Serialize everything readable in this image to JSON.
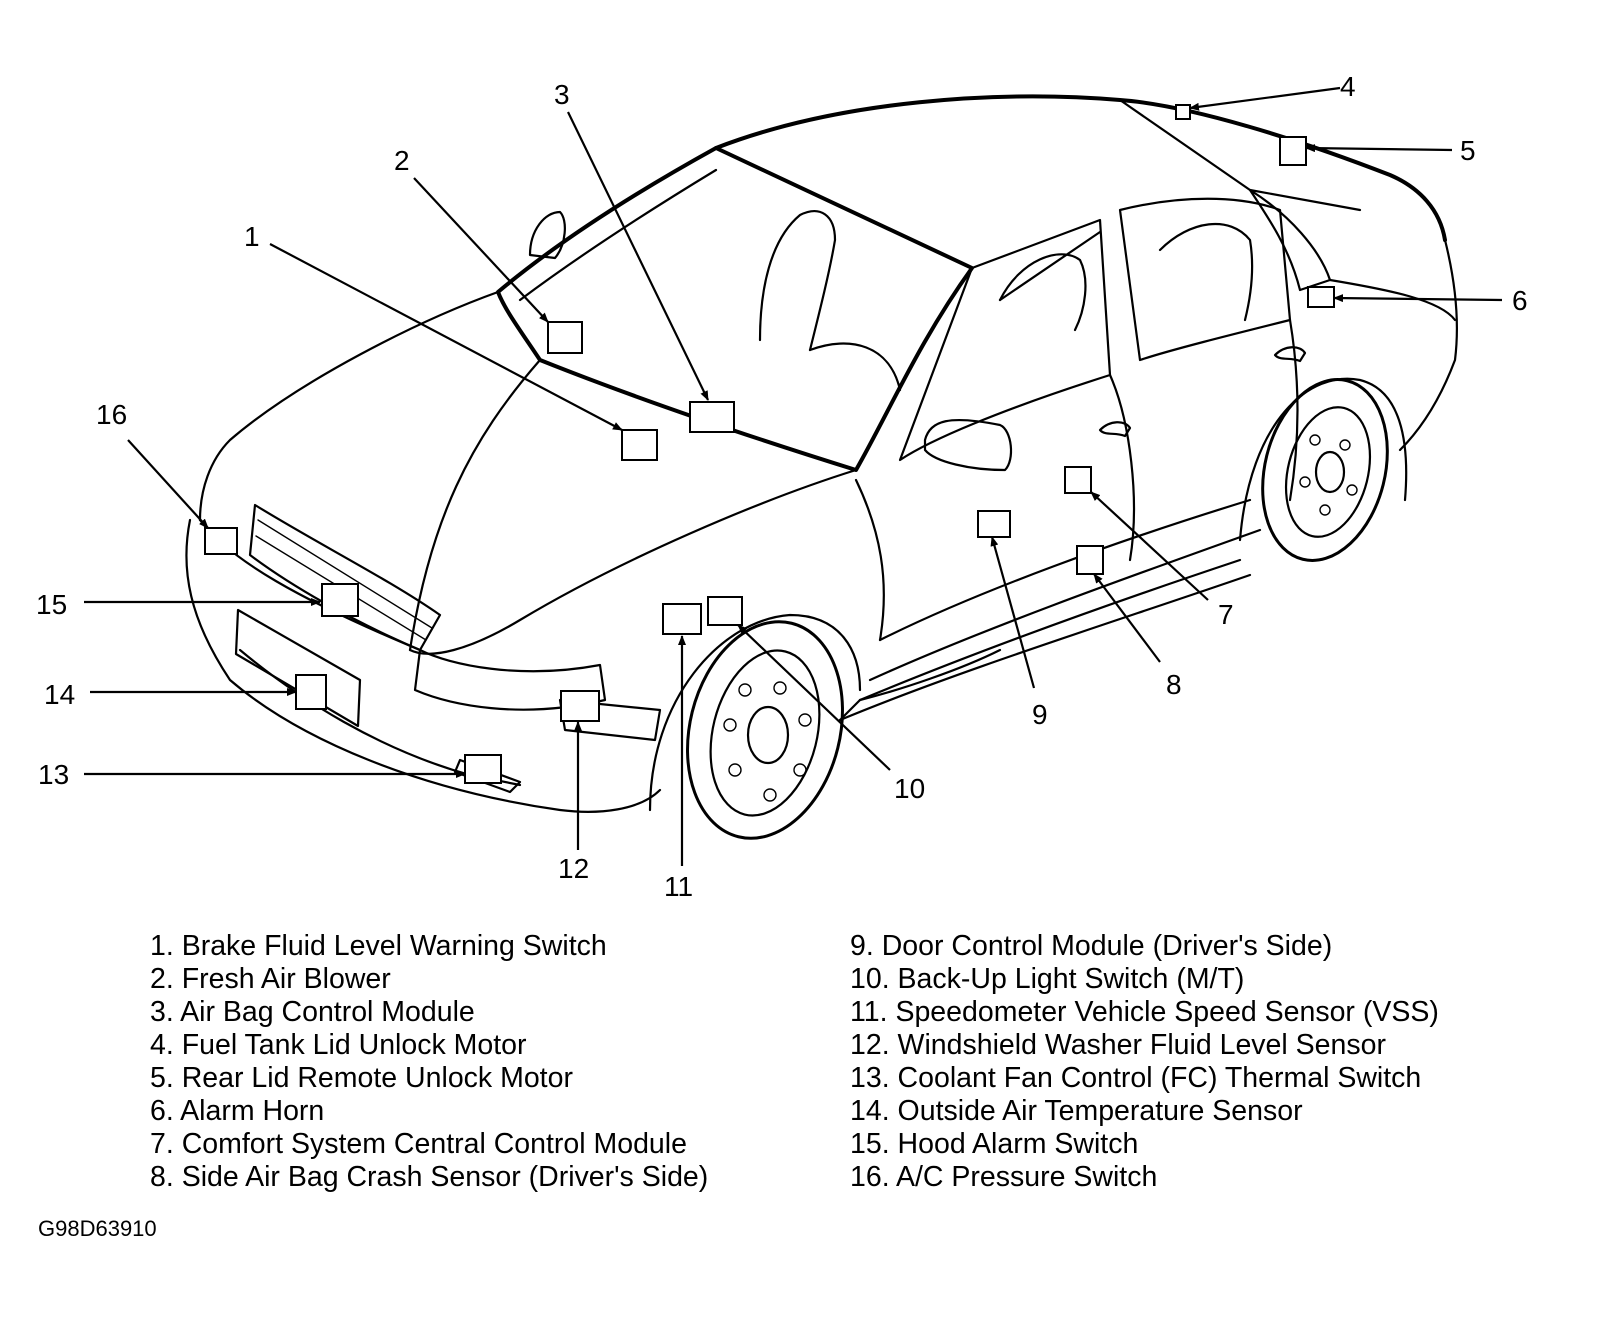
{
  "diagram": {
    "callouts": [
      {
        "id": 1,
        "label": "1"
      },
      {
        "id": 2,
        "label": "2"
      },
      {
        "id": 3,
        "label": "3"
      },
      {
        "id": 4,
        "label": "4"
      },
      {
        "id": 5,
        "label": "5"
      },
      {
        "id": 6,
        "label": "6"
      },
      {
        "id": 7,
        "label": "7"
      },
      {
        "id": 8,
        "label": "8"
      },
      {
        "id": 9,
        "label": "9"
      },
      {
        "id": 10,
        "label": "10"
      },
      {
        "id": 11,
        "label": "11"
      },
      {
        "id": 12,
        "label": "12"
      },
      {
        "id": 13,
        "label": "13"
      },
      {
        "id": 14,
        "label": "14"
      },
      {
        "id": 15,
        "label": "15"
      },
      {
        "id": 16,
        "label": "16"
      }
    ]
  },
  "legend": {
    "left": [
      {
        "num": "1.",
        "text": "Brake Fluid Level Warning Switch"
      },
      {
        "num": "2.",
        "text": "Fresh Air Blower"
      },
      {
        "num": "3.",
        "text": "Air Bag Control Module"
      },
      {
        "num": "4.",
        "text": "Fuel Tank Lid Unlock Motor"
      },
      {
        "num": "5.",
        "text": "Rear Lid Remote Unlock Motor"
      },
      {
        "num": "6.",
        "text": "Alarm Horn"
      },
      {
        "num": "7.",
        "text": "Comfort System Central Control Module"
      },
      {
        "num": "8.",
        "text": "Side Air Bag Crash Sensor (Driver's Side)"
      }
    ],
    "right": [
      {
        "num": "9.",
        "text": "Door Control Module (Driver's Side)"
      },
      {
        "num": "10.",
        "text": "Back-Up Light Switch (M/T)"
      },
      {
        "num": "11.",
        "text": "Speedometer Vehicle Speed Sensor (VSS)"
      },
      {
        "num": "12.",
        "text": "Windshield Washer Fluid Level Sensor"
      },
      {
        "num": "13.",
        "text": "Coolant Fan Control (FC) Thermal Switch"
      },
      {
        "num": "14.",
        "text": "Outside Air Temperature Sensor"
      },
      {
        "num": "15.",
        "text": "Hood Alarm Switch"
      },
      {
        "num": "16.",
        "text": "A/C Pressure Switch"
      }
    ]
  },
  "figure_code": "G98D63910"
}
